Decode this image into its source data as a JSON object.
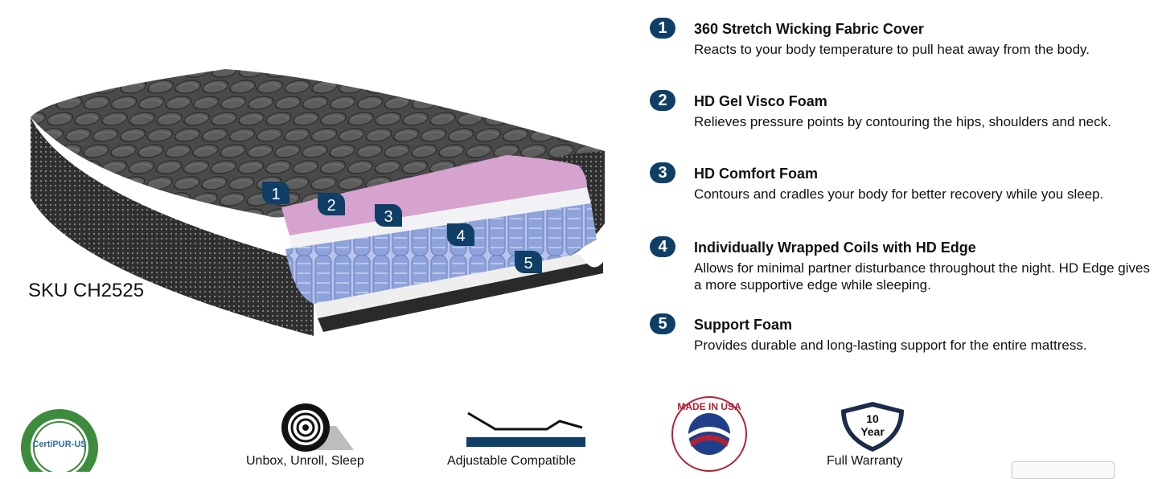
{
  "sku": "SKU CH2525",
  "layer_markers": [
    "1",
    "2",
    "3",
    "4",
    "5"
  ],
  "features": [
    {
      "number": "1",
      "title": "360 Stretch Wicking Fabric Cover",
      "desc": "Reacts to your body temperature to pull heat away from the body."
    },
    {
      "number": "2",
      "title": "HD Gel Visco Foam",
      "desc": "Relieves pressure points by contouring the hips, shoulders and neck."
    },
    {
      "number": "3",
      "title": "HD Comfort Foam",
      "desc": "Contours and cradles your body for better recovery while you sleep."
    },
    {
      "number": "4",
      "title": "Individually Wrapped Coils with HD Edge",
      "desc": "Allows for minimal partner disturbance throughout the night. HD Edge gives a more supportive edge while sleeping."
    },
    {
      "number": "5",
      "title": "Support Foam",
      "desc": "Provides durable and long-lasting support for the entire mattress."
    }
  ],
  "badges": {
    "certipur": "CertiPUR-US",
    "unbox_label": "Unbox, Unroll, Sleep",
    "adjustable_label": "Adjustable Compatible",
    "made_in_usa": "MADE IN USA",
    "warranty_number": "10",
    "warranty_unit": "Year",
    "warranty_label": "Full Warranty"
  },
  "colors": {
    "badge_blue": "#0f3e66",
    "cover_dark": "#3a3a3a",
    "gel_pink": "#d6a3cf",
    "coil_blue": "#8ea3da",
    "certipur_green": "#3d8b3d"
  }
}
